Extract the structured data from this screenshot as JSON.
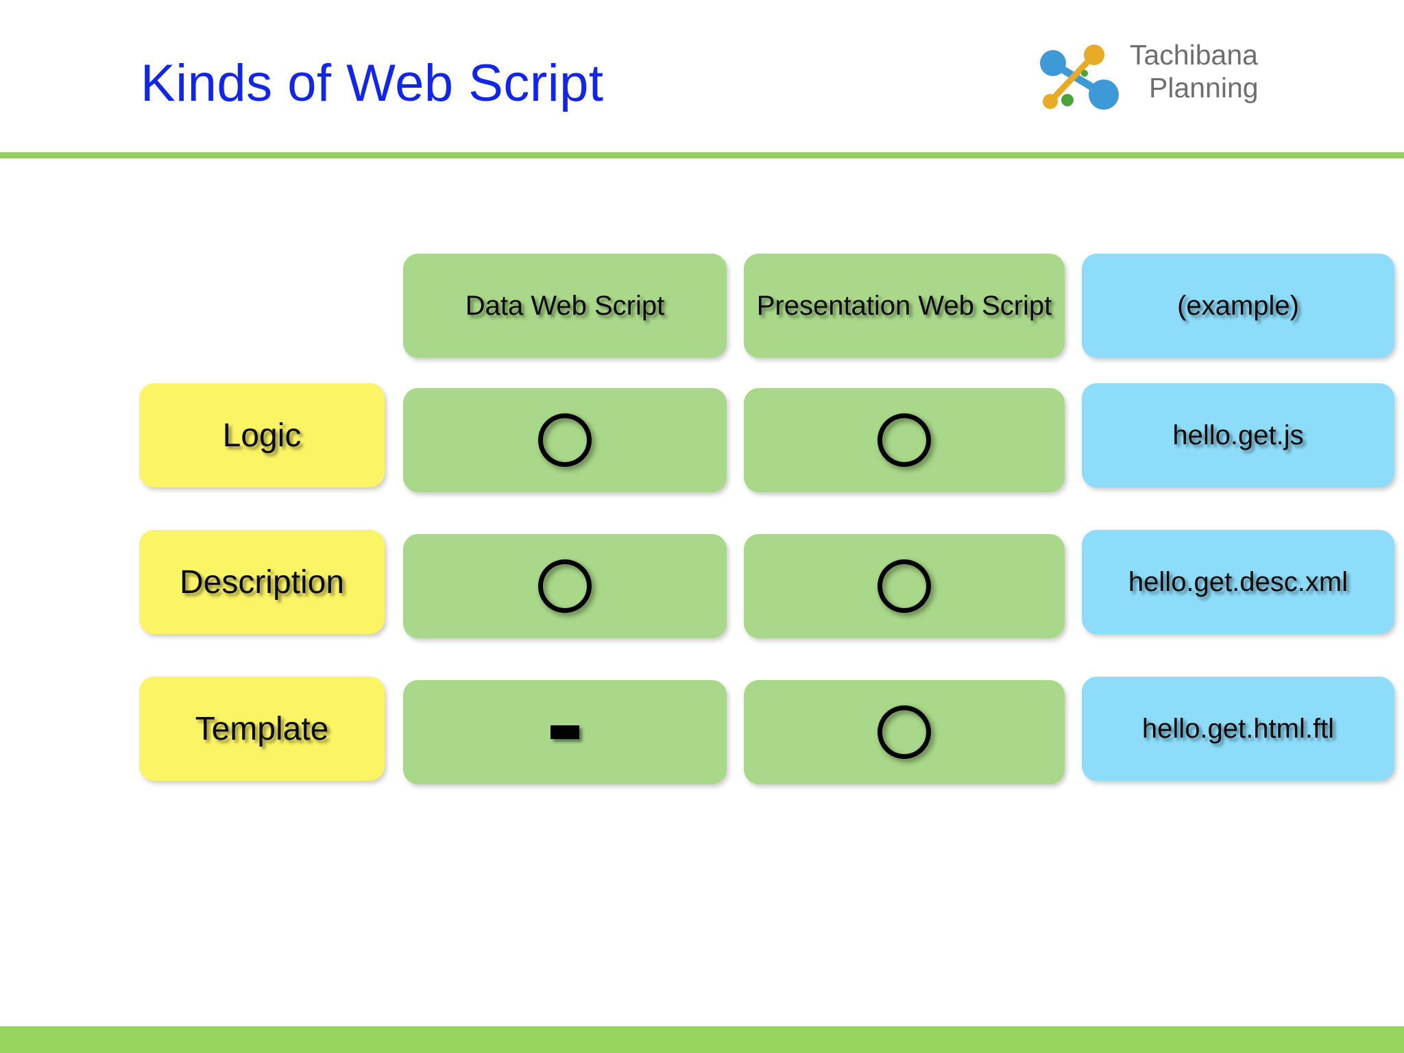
{
  "slide": {
    "title": "Kinds of Web Script"
  },
  "logo": {
    "line1": "Tachibana",
    "line2": "Planning",
    "mark_name": "tachibana-network-mark",
    "colors": {
      "blue": "#3d9ad6",
      "orange": "#e8ab26",
      "green": "#4aa23c",
      "text": "#6e6e6e"
    }
  },
  "theme": {
    "title_color": "#1226e8",
    "rule_color": "#96cf63",
    "footer_color": "#97d45e",
    "green_cell": "#a9d888",
    "yellow_cell": "#fbf464",
    "blue_cell": "#8ddcfa"
  },
  "table": {
    "corner_label": "",
    "columns": [
      {
        "label": "Data Web Script",
        "kind": "green"
      },
      {
        "label": "Presentation Web Script",
        "kind": "green"
      },
      {
        "label": "(example)",
        "kind": "blue"
      }
    ],
    "rows": [
      {
        "label": "Logic",
        "data_web_script": {
          "marker": "circle",
          "symbol": "○"
        },
        "presentation_web_script": {
          "marker": "circle",
          "symbol": "○"
        },
        "example": "hello.get.js"
      },
      {
        "label": "Description",
        "data_web_script": {
          "marker": "circle",
          "symbol": "○"
        },
        "presentation_web_script": {
          "marker": "circle",
          "symbol": "○"
        },
        "example": "hello.get.desc.xml"
      },
      {
        "label": "Template",
        "data_web_script": {
          "marker": "dash",
          "symbol": "–"
        },
        "presentation_web_script": {
          "marker": "circle",
          "symbol": "○"
        },
        "example": "hello.get.html.ftl"
      }
    ]
  }
}
